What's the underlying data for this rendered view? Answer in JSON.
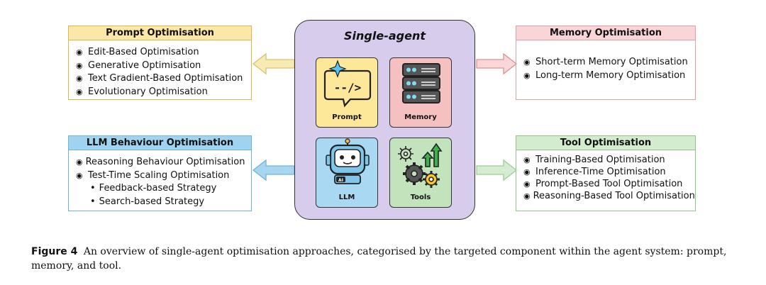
{
  "colors": {
    "prompt": "#fbe7a8",
    "memory": "#f9d5d8",
    "llm": "#9fd3ef",
    "tool": "#d3ecce",
    "center": "#d8ccec"
  },
  "prompt_panel": {
    "title": "Prompt Optimisation",
    "items": [
      "Edit-Based Optimisation",
      "Generative Optimisation",
      "Text Gradient-Based Optimisation",
      "Evolutionary Optimisation"
    ]
  },
  "memory_panel": {
    "title": "Memory Optimisation",
    "items": [
      "Short-term Memory Optimisation",
      "Long-term Memory Optimisation"
    ]
  },
  "llm_panel": {
    "title": "LLM Behaviour Optimisation",
    "items": [
      "Reasoning Behaviour Optimisation",
      "Test-Time Scaling Optimisation"
    ],
    "subitems": [
      "Feedback-based Strategy",
      "Search-based Strategy"
    ]
  },
  "tool_panel": {
    "title": "Tool Optimisation",
    "items": [
      "Training-Based Optimisation",
      "Inference-Time Optimisation",
      "Prompt-Based Tool Optimisation",
      "Reasoning-Based Tool Optimisation"
    ]
  },
  "center": {
    "title": "Single-agent",
    "components": {
      "prompt": "Prompt",
      "memory": "Memory",
      "llm": "LLM",
      "tools": "Tools"
    },
    "llm_badge": "AI",
    "prompt_code": "--/>"
  },
  "caption": {
    "label": "Figure 4",
    "text": "An overview of single-agent optimisation approaches, categorised by the targeted component within the agent system: prompt, memory, and tool."
  },
  "icons": {
    "bullet": "radio-bullet-icon",
    "sub_bullet": "dot-icon",
    "prompt": "code-chat-icon",
    "memory": "server-icon",
    "llm": "robot-icon",
    "tools": "gears-icon"
  }
}
